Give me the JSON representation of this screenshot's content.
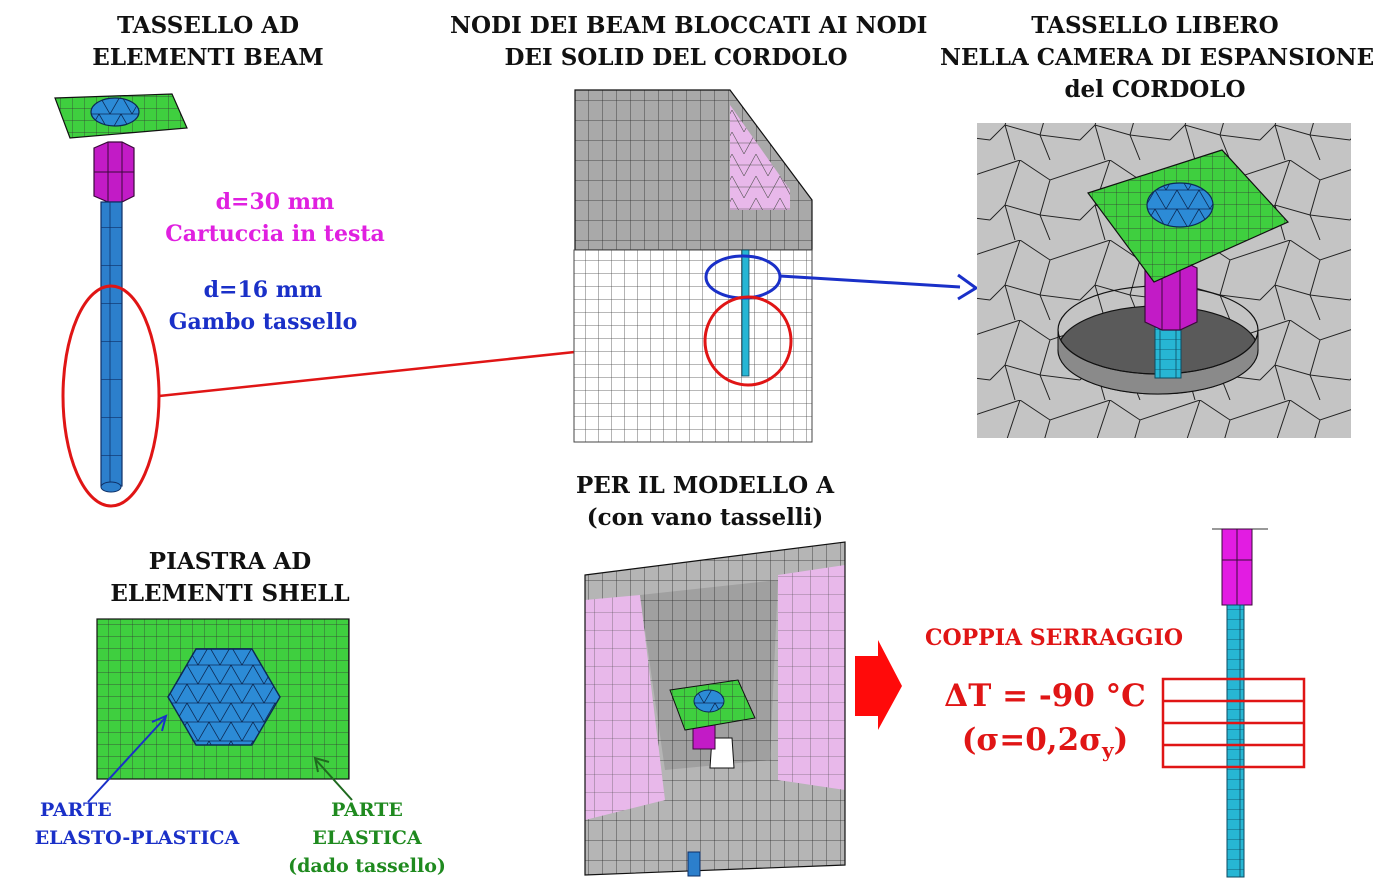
{
  "titles": {
    "beam_anchor": [
      "TASSELLO AD",
      "ELEMENTI BEAM"
    ],
    "beam_nodes": [
      "NODI DEI BEAM BLOCCATI AI NODI",
      "DEI SOLID DEL CORDOLO"
    ],
    "free_anchor": [
      "TASSELLO LIBERO",
      "NELLA CAMERA DI ESPANSIONE",
      "del CORDOLO"
    ],
    "model_a": [
      "PER IL MODELLO A",
      "(con vano tasselli)"
    ],
    "shell_plate": [
      "PIASTRA AD",
      "ELEMENTI SHELL"
    ]
  },
  "dimensions": {
    "head_d": "d=30 mm",
    "head_note": "Cartuccia in testa",
    "shank_d": "d=16 mm",
    "shank_note": "Gambo tassello"
  },
  "plate_parts": {
    "elasto_plastic": [
      "PARTE",
      "ELASTO-PLASTICA"
    ],
    "elastic": [
      "PARTE",
      "ELASTICA",
      "(dado tassello)"
    ]
  },
  "preload": {
    "title": "COPPIA SERRAGGIO",
    "delta_t": "ΔT = -90 °C",
    "sigma_main": "(σ=0,2σ",
    "sigma_sub": "y",
    "sigma_close": ")"
  },
  "colors": {
    "plate_green": "#3fcf3f",
    "shank_blue": "#2c7fcc",
    "head_magenta": "#d21fd6",
    "solid_grey": "#bdbdbd",
    "callout_red": "#e01515",
    "callout_blue": "#1a30c8"
  }
}
